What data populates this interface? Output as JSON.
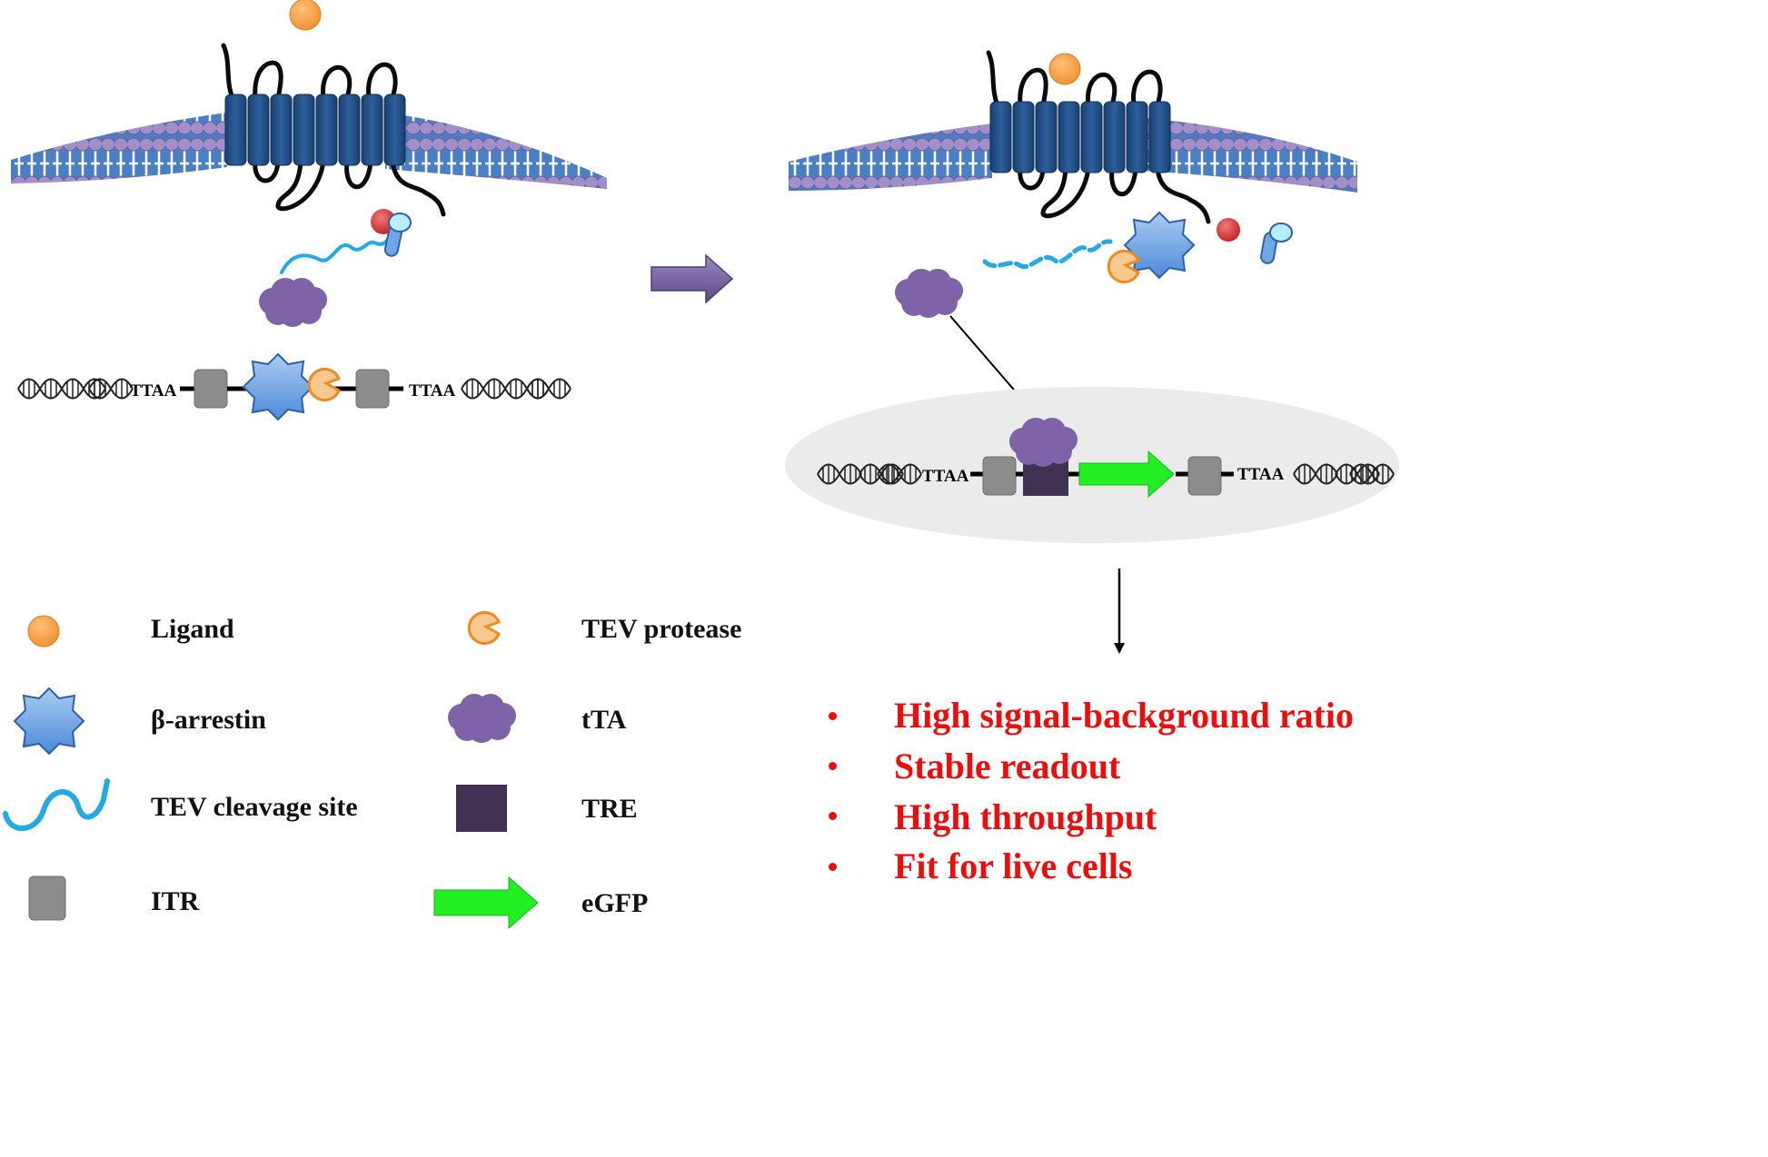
{
  "colors": {
    "ligand": "#f5a24b",
    "membrane": "#4a7fc4",
    "lipid": "#a08fc8",
    "receptor": "#1f4a80",
    "arrestin": "#6fa7e6",
    "tev_site": "#22a9e6",
    "tta": "#7f63a8",
    "tre": "#3f3152",
    "egfp": "#22ee22",
    "itr": "#8c8c8c",
    "highlight": "#ee0d0d"
  },
  "sequence": {
    "ttaa": "TTAA"
  },
  "legend": {
    "ligand": "Ligand",
    "arrestin": "β-arrestin",
    "tev_site": "TEV cleavage site",
    "itr": "ITR",
    "protease": "TEV protease",
    "tta": "tTA",
    "tre": "TRE",
    "egfp": "eGFP"
  },
  "advantages": [
    "High signal-background ratio",
    "Stable readout",
    "High throughput",
    "Fit for live cells"
  ]
}
